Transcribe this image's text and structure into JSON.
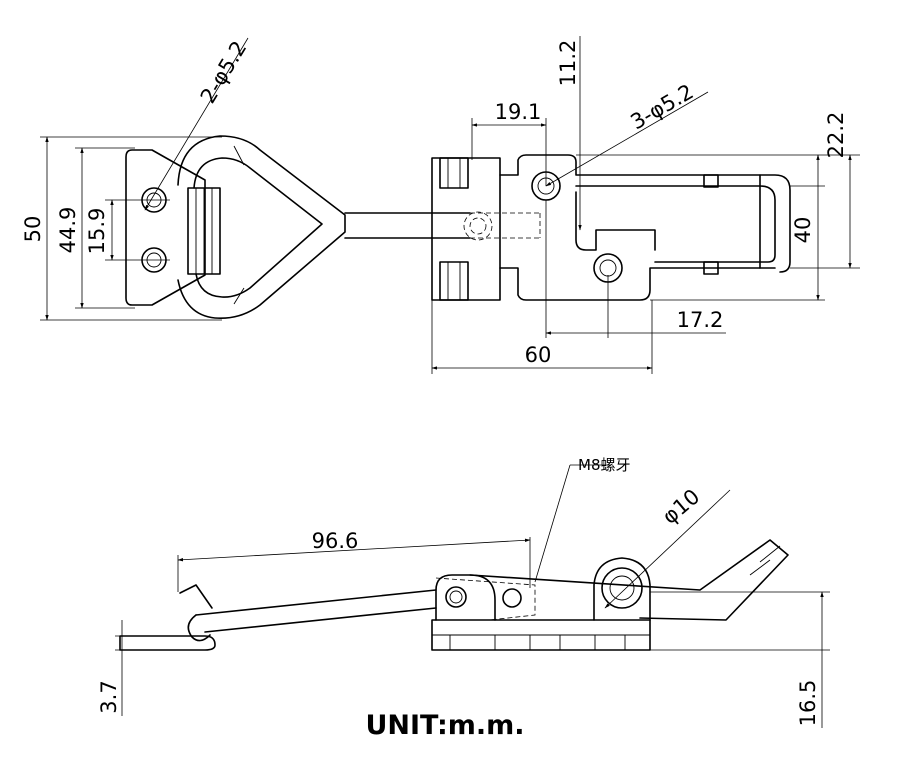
{
  "dimensions": {
    "holes_2": "2-φ5.2",
    "holes_3": "3-φ5.2",
    "d_19_1": "19.1",
    "d_11_2": "11.2",
    "d_22_2": "22.2",
    "d_50": "50",
    "d_44_9": "44.9",
    "d_15_9": "15.9",
    "d_40": "40",
    "d_17_2": "17.2",
    "d_60": "60",
    "d_96_6": "96.6",
    "d_phi10": "φ10",
    "d_3_7": "3.7",
    "d_16_5": "16.5"
  },
  "callouts": {
    "thread": "M8螺牙"
  },
  "unit_label": "UNIT:m.m."
}
